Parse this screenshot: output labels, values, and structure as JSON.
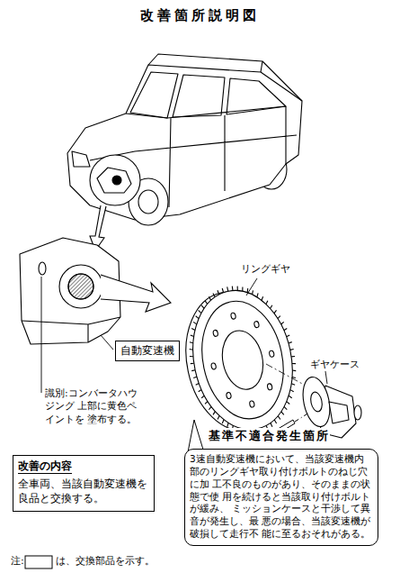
{
  "diagram": {
    "title": "改善箇所説明図",
    "nodes": [
      {
        "text": [
          "自動変速機"
        ]
      },
      {
        "text": [
          "改善の内容",
          "全車両、当該自動変速機を 良品と交換する。"
        ]
      },
      {
        "text": [
          "基準不適合発生箇所",
          "3速自動変速機において、当該変速機内 部のリングギヤ取り付けボルトのねじ穴に加 工不良のものがあり、そのままの状態で使 用を続けると当該取り付けボルトが緩み、 ミッションケースと干渉して異音が発生し、最 悪の場合、当該変速機が破損して走行不 能に至るおそれがある。"
        ]
      }
    ],
    "labels": [
      "リングギヤ",
      "ギヤケース",
      "識別:コンバータハウジング 上部に黄色ペイントを 塗布する。",
      "注:",
      "は、交換部品を示す。"
    ]
  }
}
